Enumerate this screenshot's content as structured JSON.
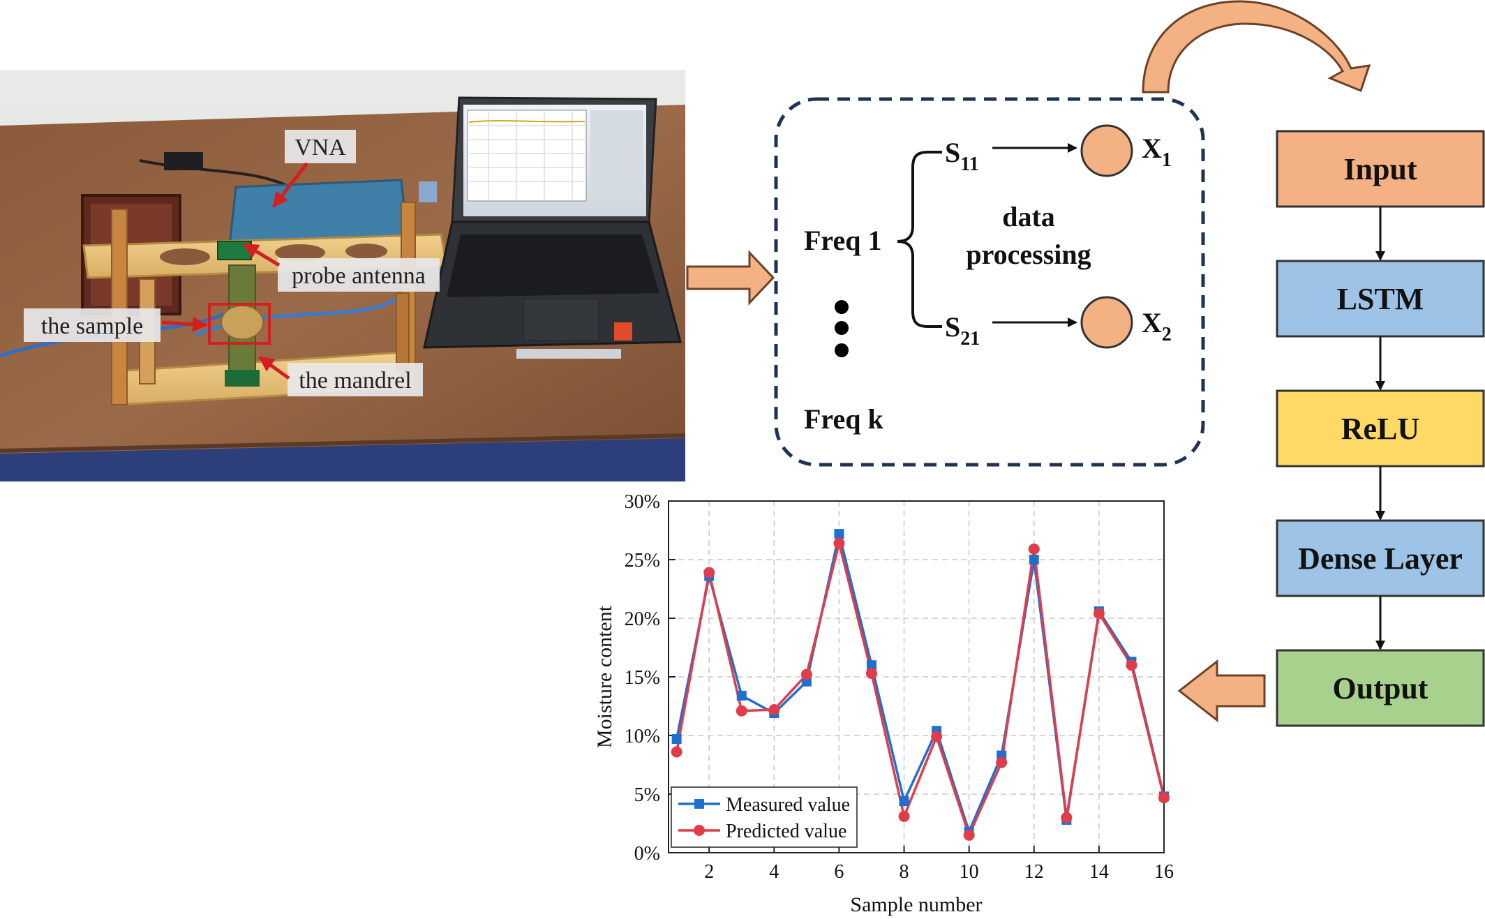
{
  "photo": {
    "labels": {
      "vna": "VNA",
      "probe_antenna": "probe antenna",
      "sample": "the sample",
      "mandrel": "the mandrel"
    }
  },
  "processing": {
    "freq_first": "Freq 1",
    "freq_last": "Freq k",
    "s11_base": "S",
    "s11_sub": "11",
    "s21_base": "S",
    "s21_sub": "21",
    "x1_base": "X",
    "x1_sub": "1",
    "x2_base": "X",
    "x2_sub": "2",
    "data_line1": "data",
    "data_line2": "processing"
  },
  "pipeline": {
    "nodes": [
      {
        "label": "Input",
        "color": "#f4b183"
      },
      {
        "label": "LSTM",
        "color": "#9dc3e6"
      },
      {
        "label": "ReLU",
        "color": "#ffd966"
      },
      {
        "label": "Dense Layer",
        "color": "#9dc3e6"
      },
      {
        "label": "Output",
        "color": "#a9d18e"
      }
    ]
  },
  "colors": {
    "arrow_fill": "#f4b183",
    "arrow_stroke": "#6b4226",
    "dashed_border": "#1f3250",
    "measured": "#1f6fd1",
    "predicted": "#e03c4a"
  },
  "chart_data": {
    "type": "line",
    "xlabel": "Sample number",
    "ylabel": "Moisture content",
    "xlim": [
      0.75,
      16
    ],
    "ylim": [
      0,
      30
    ],
    "x_ticks": [
      2,
      4,
      6,
      8,
      10,
      12,
      14,
      16
    ],
    "y_ticks": [
      0,
      5,
      10,
      15,
      20,
      25,
      30
    ],
    "y_tick_labels": [
      "0%",
      "5%",
      "10%",
      "15%",
      "20%",
      "25%",
      "30%"
    ],
    "grid": true,
    "legend": "bottom-left",
    "x": [
      1,
      2,
      3,
      4,
      5,
      6,
      7,
      8,
      9,
      10,
      11,
      12,
      13,
      14,
      15,
      16
    ],
    "series": [
      {
        "name": "Measured value",
        "marker": "square",
        "values": [
          9.7,
          23.6,
          13.4,
          11.9,
          14.6,
          27.2,
          16.0,
          4.4,
          10.4,
          1.8,
          8.3,
          25.0,
          2.8,
          20.6,
          16.3,
          4.8
        ]
      },
      {
        "name": "Predicted value",
        "marker": "circle",
        "values": [
          8.6,
          23.9,
          12.1,
          12.2,
          15.2,
          26.4,
          15.3,
          3.1,
          9.9,
          1.5,
          7.7,
          25.9,
          3.0,
          20.4,
          16.0,
          4.7
        ]
      }
    ]
  }
}
